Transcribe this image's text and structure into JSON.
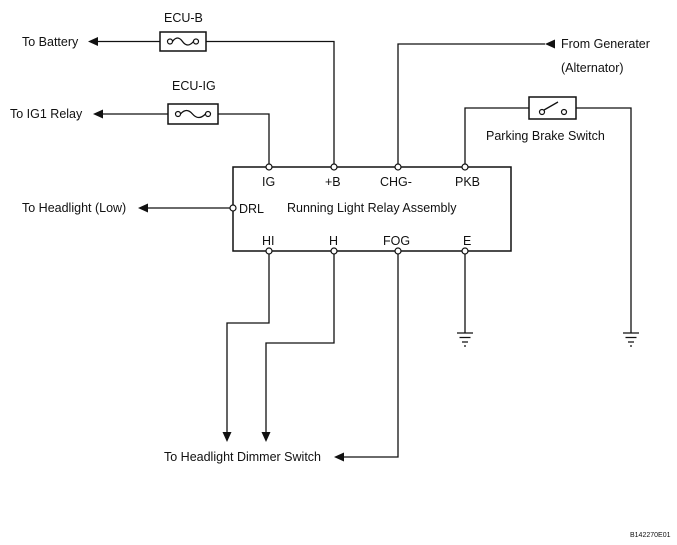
{
  "fuses": {
    "ecu_b": "ECU-B",
    "ecu_ig": "ECU-IG"
  },
  "external": {
    "battery": "To Battery",
    "ig1_relay": "To IG1 Relay",
    "generator_line1": "From Generater",
    "generator_line2": "(Alternator)",
    "parking_brake": "Parking Brake Switch",
    "headlight_low": "To Headlight (Low)",
    "dimmer_switch": "To Headlight Dimmer Switch"
  },
  "relay": {
    "title": "Running Light Relay Assembly",
    "pins_top": [
      "IG",
      "+B",
      "CHG-",
      "PKB"
    ],
    "pin_left": "DRL",
    "pins_bottom": [
      "HI",
      "H",
      "FOG",
      "E"
    ]
  },
  "figure_code": "B142270E01"
}
